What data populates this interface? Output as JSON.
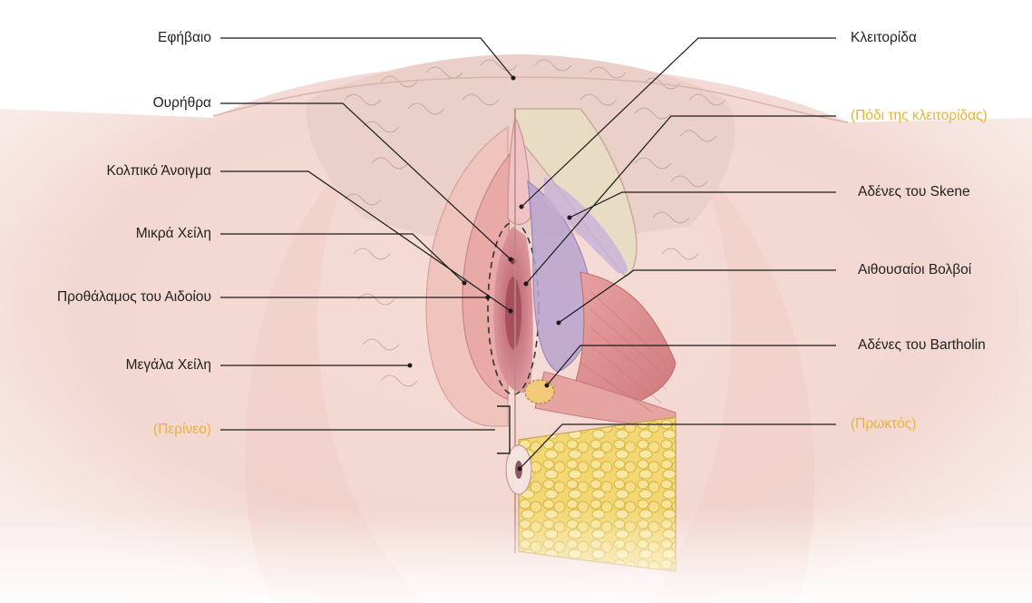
{
  "colors": {
    "label_text": "#222222",
    "highlight_text": "#e8b23a",
    "leader_line": "#1a1a1a",
    "skin": "#f4d8d2",
    "mucosa": "#d98c90",
    "bulb_purple": "#b9a3cf",
    "fat_yellow": "#f0d36a"
  },
  "labels": {
    "left": [
      {
        "id": "mons",
        "text": "Εφήβαιο",
        "highlight": false
      },
      {
        "id": "urethra",
        "text": "Ουρήθρα",
        "highlight": false
      },
      {
        "id": "vaginal-opening",
        "text": "Κολπικό Άνοιγμα",
        "highlight": false
      },
      {
        "id": "labia-minora",
        "text": "Μικρά Χείλη",
        "highlight": false
      },
      {
        "id": "vestibule",
        "text": "Προθάλαμος του Αιδοίου",
        "highlight": false
      },
      {
        "id": "labia-majora",
        "text": "Μεγάλα Χείλη",
        "highlight": false
      },
      {
        "id": "perineum",
        "text": "(Περίνεο)",
        "highlight": true
      }
    ],
    "right": [
      {
        "id": "clitoris",
        "text": "Κλειτορίδα",
        "highlight": false
      },
      {
        "id": "clitoral-crus",
        "text": "(Πόδι της κλειτορίδας)",
        "highlight": true
      },
      {
        "id": "skene-glands",
        "text": "Αδένες του Skene",
        "highlight": false
      },
      {
        "id": "vestibular-bulbs",
        "text": "Αιθουσαίοι Βολβοί",
        "highlight": false
      },
      {
        "id": "bartholin-glands",
        "text": "Αδένες του Bartholin",
        "highlight": false
      },
      {
        "id": "anus",
        "text": "(Πρωκτός)",
        "highlight": true
      }
    ]
  }
}
